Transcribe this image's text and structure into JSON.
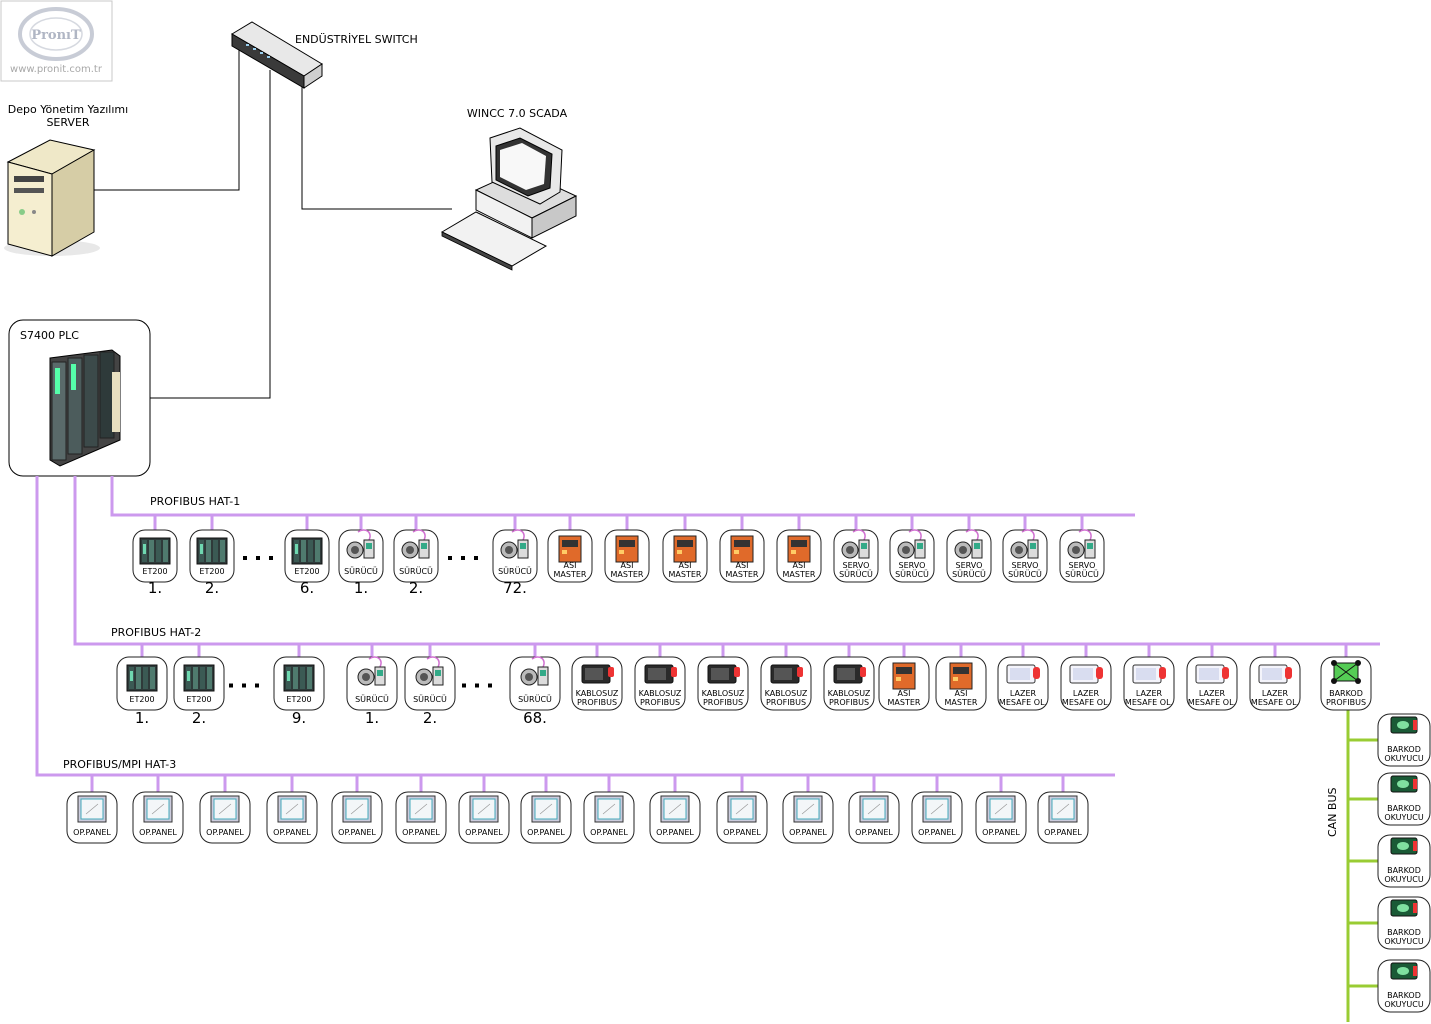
{
  "watermark": {
    "logo_text": "PronıT",
    "url": "www.pronit.com.tr"
  },
  "switch": {
    "label": "ENDÜSTRİYEL SWITCH"
  },
  "server": {
    "label_line1": "Depo Yönetim Yazılımı",
    "label_line2": "SERVER"
  },
  "scada": {
    "label": "WINCC 7.0 SCADA"
  },
  "plc": {
    "label": "S7400 PLC"
  },
  "bus1": {
    "label": "PROFIBUS HAT-1",
    "devices": [
      {
        "type": "et200",
        "l1": "ET200",
        "l2": "",
        "num": "1."
      },
      {
        "type": "et200",
        "l1": "ET200",
        "l2": "",
        "num": "2."
      },
      {
        "type": "dots"
      },
      {
        "type": "et200",
        "l1": "ET200",
        "l2": "",
        "num": "6."
      },
      {
        "type": "drive",
        "l1": "SÜRÜCÜ",
        "l2": "",
        "num": "1."
      },
      {
        "type": "drive",
        "l1": "SÜRÜCÜ",
        "l2": "",
        "num": "2."
      },
      {
        "type": "dots"
      },
      {
        "type": "drive",
        "l1": "SÜRÜCÜ",
        "l2": "",
        "num": "72."
      },
      {
        "type": "asi",
        "l1": "ASI",
        "l2": "MASTER",
        "num": ""
      },
      {
        "type": "asi",
        "l1": "ASI",
        "l2": "MASTER",
        "num": ""
      },
      {
        "type": "asi",
        "l1": "ASI",
        "l2": "MASTER",
        "num": ""
      },
      {
        "type": "asi",
        "l1": "ASI",
        "l2": "MASTER",
        "num": ""
      },
      {
        "type": "asi",
        "l1": "ASI",
        "l2": "MASTER",
        "num": ""
      },
      {
        "type": "drive",
        "l1": "SERVO",
        "l2": "SÜRÜCÜ",
        "num": ""
      },
      {
        "type": "drive",
        "l1": "SERVO",
        "l2": "SÜRÜCÜ",
        "num": ""
      },
      {
        "type": "drive",
        "l1": "SERVO",
        "l2": "SÜRÜCÜ",
        "num": ""
      },
      {
        "type": "drive",
        "l1": "SERVO",
        "l2": "SÜRÜCÜ",
        "num": ""
      },
      {
        "type": "drive",
        "l1": "SERVO",
        "l2": "SÜRÜCÜ",
        "num": ""
      }
    ]
  },
  "bus2": {
    "label": "PROFIBUS HAT-2",
    "devices": [
      {
        "type": "et200",
        "l1": "ET200",
        "l2": "",
        "num": "1."
      },
      {
        "type": "et200",
        "l1": "ET200",
        "l2": "",
        "num": "2."
      },
      {
        "type": "dots"
      },
      {
        "type": "et200",
        "l1": "ET200",
        "l2": "",
        "num": "9."
      },
      {
        "type": "drive",
        "l1": "SÜRÜCÜ",
        "l2": "",
        "num": "1."
      },
      {
        "type": "drive",
        "l1": "SÜRÜCÜ",
        "l2": "",
        "num": "2."
      },
      {
        "type": "dots"
      },
      {
        "type": "drive",
        "l1": "SÜRÜCÜ",
        "l2": "",
        "num": "68."
      },
      {
        "type": "wireless",
        "l1": "KABLOSUZ",
        "l2": "PROFIBUS",
        "num": ""
      },
      {
        "type": "wireless",
        "l1": "KABLOSUZ",
        "l2": "PROFIBUS",
        "num": ""
      },
      {
        "type": "wireless",
        "l1": "KABLOSUZ",
        "l2": "PROFIBUS",
        "num": ""
      },
      {
        "type": "wireless",
        "l1": "KABLOSUZ",
        "l2": "PROFIBUS",
        "num": ""
      },
      {
        "type": "wireless",
        "l1": "KABLOSUZ",
        "l2": "PROFIBUS",
        "num": ""
      },
      {
        "type": "asi",
        "l1": "ASI",
        "l2": "MASTER",
        "num": ""
      },
      {
        "type": "asi",
        "l1": "ASI",
        "l2": "MASTER",
        "num": ""
      },
      {
        "type": "laser",
        "l1": "LAZER",
        "l2": "MESAFE OL.",
        "num": ""
      },
      {
        "type": "laser",
        "l1": "LAZER",
        "l2": "MESAFE OL.",
        "num": ""
      },
      {
        "type": "laser",
        "l1": "LAZER",
        "l2": "MESAFE OL.",
        "num": ""
      },
      {
        "type": "laser",
        "l1": "LAZER",
        "l2": "MESAFE OL.",
        "num": ""
      },
      {
        "type": "laser",
        "l1": "LAZER",
        "l2": "MESAFE OL.",
        "num": ""
      },
      {
        "type": "gateway",
        "l1": "BARKOD",
        "l2": "PROFIBUS",
        "num": ""
      }
    ]
  },
  "bus3": {
    "label": "PROFIBUS/MPI HAT-3",
    "devices": [
      {
        "type": "panel",
        "l1": "OP.PANEL",
        "l2": "",
        "num": ""
      },
      {
        "type": "panel",
        "l1": "OP.PANEL",
        "l2": "",
        "num": ""
      },
      {
        "type": "panel",
        "l1": "OP.PANEL",
        "l2": "",
        "num": ""
      },
      {
        "type": "panel",
        "l1": "OP.PANEL",
        "l2": "",
        "num": ""
      },
      {
        "type": "panel",
        "l1": "OP.PANEL",
        "l2": "",
        "num": ""
      },
      {
        "type": "panel",
        "l1": "OP.PANEL",
        "l2": "",
        "num": ""
      },
      {
        "type": "panel",
        "l1": "OP.PANEL",
        "l2": "",
        "num": ""
      },
      {
        "type": "panel",
        "l1": "OP.PANEL",
        "l2": "",
        "num": ""
      },
      {
        "type": "panel",
        "l1": "OP.PANEL",
        "l2": "",
        "num": ""
      },
      {
        "type": "panel",
        "l1": "OP.PANEL",
        "l2": "",
        "num": ""
      },
      {
        "type": "panel",
        "l1": "OP.PANEL",
        "l2": "",
        "num": ""
      },
      {
        "type": "panel",
        "l1": "OP.PANEL",
        "l2": "",
        "num": ""
      },
      {
        "type": "panel",
        "l1": "OP.PANEL",
        "l2": "",
        "num": ""
      },
      {
        "type": "panel",
        "l1": "OP.PANEL",
        "l2": "",
        "num": ""
      },
      {
        "type": "panel",
        "l1": "OP.PANEL",
        "l2": "",
        "num": ""
      },
      {
        "type": "panel",
        "l1": "OP.PANEL",
        "l2": "",
        "num": ""
      }
    ]
  },
  "canbus": {
    "label": "CAN BUS",
    "devices": [
      {
        "type": "barcode",
        "l1": "BARKOD",
        "l2": "OKUYUCU",
        "num": ""
      },
      {
        "type": "barcode",
        "l1": "BARKOD",
        "l2": "OKUYUCU",
        "num": ""
      },
      {
        "type": "barcode",
        "l1": "BARKOD",
        "l2": "OKUYUCU",
        "num": ""
      },
      {
        "type": "barcode",
        "l1": "BARKOD",
        "l2": "OKUYUCU",
        "num": ""
      },
      {
        "type": "barcode",
        "l1": "BARKOD",
        "l2": "OKUYUCU",
        "num": ""
      }
    ]
  },
  "colors": {
    "profibus": "#cc99ee",
    "canbus": "#99cc33",
    "ethernet": "#000000",
    "node_border": "#222222"
  }
}
